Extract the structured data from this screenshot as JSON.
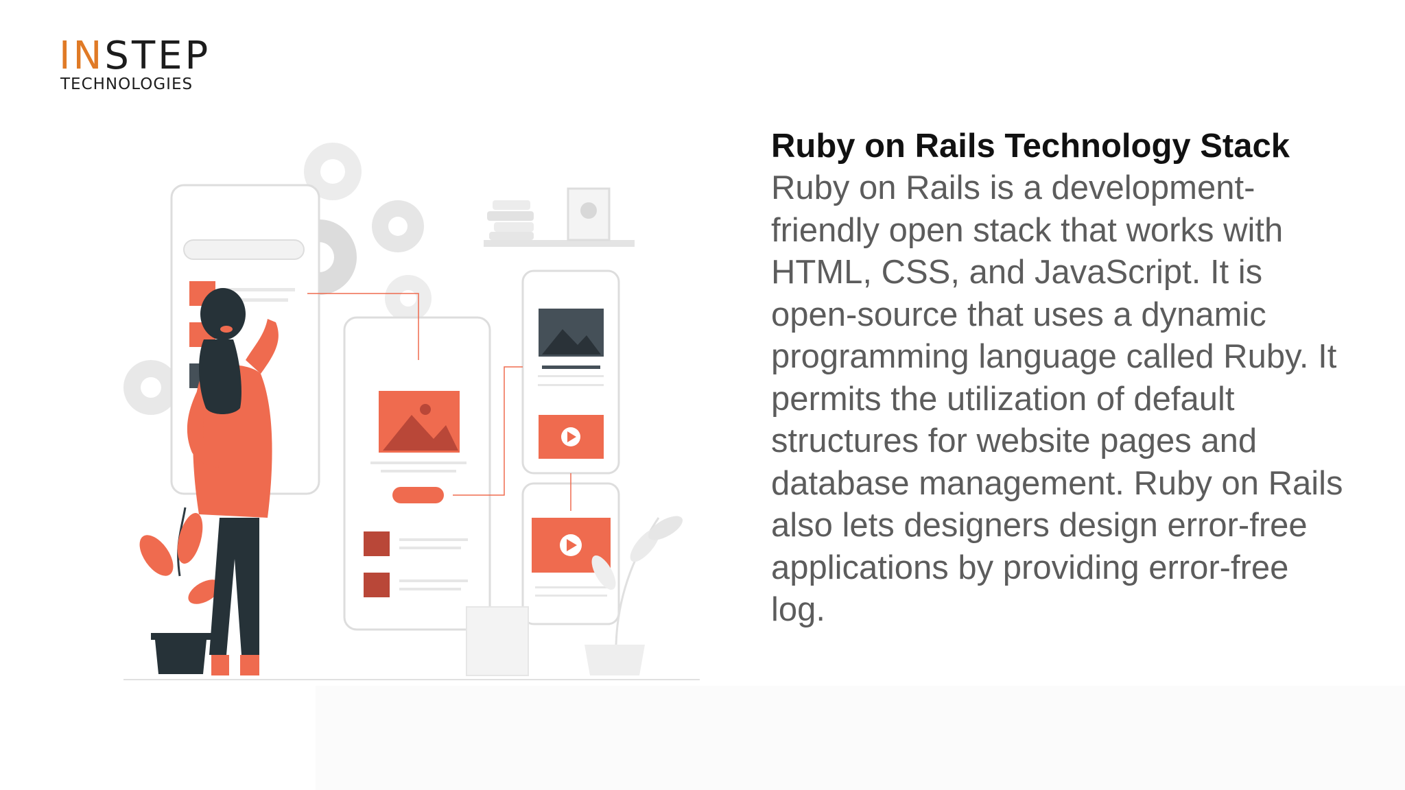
{
  "logo": {
    "accent_text": "IN",
    "main_text": "STEP",
    "sub_text": "TECHNOLOGIES",
    "accent_color": "#e07a26"
  },
  "illustration": {
    "description_icon": "woman-designing-app-screens-illustration",
    "accent_color": "#ef6b4f"
  },
  "content": {
    "title": "Ruby on Rails Technology Stack",
    "body": "Ruby on Rails is a development-friendly open stack that works with HTML, CSS, and JavaScript. It is open-source that uses a dynamic programming language called Ruby. It permits the utilization of default structures for website pages and database management. Ruby on Rails also lets designers design error-free applications by providing error-free log."
  }
}
